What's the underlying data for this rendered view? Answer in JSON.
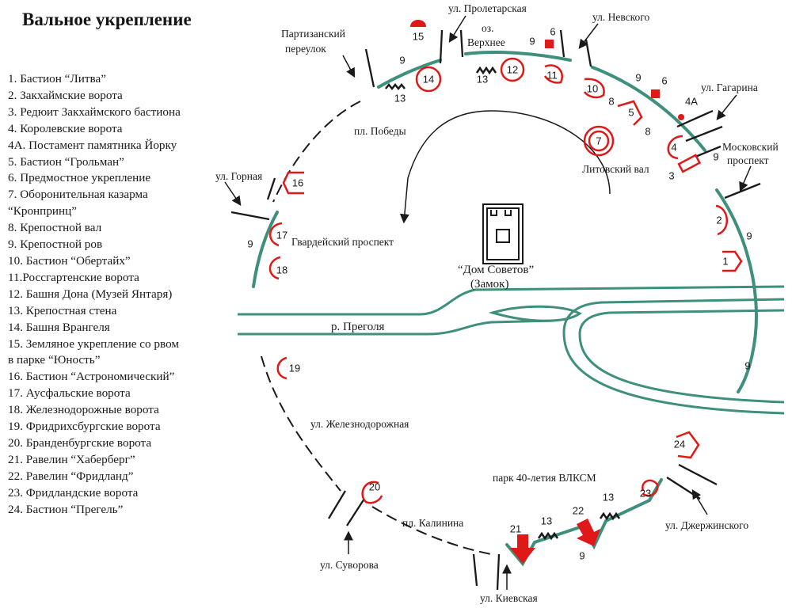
{
  "title": "Вальное укрепление",
  "legend": [
    "1. Бастион “Литва”",
    "2. Закхаймские ворота",
    "3. Редюит Закхаймского бастиона",
    "4. Королевские ворота",
    "4А. Постамент памятника Йорку",
    "5. Бастион “Грольман”",
    "6. Предмостное укрепление",
    "7. Оборонительная казарма",
    "“Кронпринц”",
    "8. Крепостной вал",
    "9. Крепостной ров",
    "10. Бастион “Обертайх”",
    "11.Россгартенские ворота",
    "12. Башня Дона (Музей Янтаря)",
    "13. Крепостная стена",
    "14. Башня Врангеля",
    "15. Земляное укрепление со рвом",
    "в парке “Юность”",
    "16. Бастион “Астрономический”",
    "17. Аусфальские ворота",
    "18. Железнодорожные ворота",
    "19. Фридрихсбургские ворота",
    "20. Бранденбургские ворота",
    "21. Равелин “Хаберберг”",
    "22. Равелин “Фридланд”",
    "23. Фридландские ворота",
    "24. Бастион “Прегель”"
  ],
  "streets": {
    "proletarskaya": "ул. Пролетарская",
    "nevskogo": "ул. Невского",
    "partizanskiy_1": "Партизанский",
    "partizanskiy_2": "переулок",
    "gagarina": "ул. Гагарина",
    "moskovskiy_1": "Московский",
    "moskovskiy_2": "проспект",
    "gornaya": "ул. Горная",
    "gvardeyskiy": "Гвардейский проспект",
    "zheleznodorozhnaya": "ул. Железнодорожная",
    "kalinina": "пл. Калинина",
    "suvorova": "ул. Суворова",
    "kievskaya": "ул. Киевская",
    "dzerzhinskogo": "ул. Джержинского"
  },
  "places": {
    "pobedy": "пл. Победы",
    "oz_1": "оз.",
    "oz_2": "Верхнее",
    "litovskiy_val": "Литовский вал",
    "dom_sovetov_1": "“Дом Советов”",
    "dom_sovetov_2": "(Замок)",
    "pregolya": "р. Преголя",
    "park": "парк 40-летия ВЛКСМ"
  },
  "markers": [
    "1",
    "2",
    "3",
    "4",
    "4А",
    "5",
    "6",
    "7",
    "8",
    "9",
    "10",
    "11",
    "12",
    "13",
    "14",
    "15",
    "16",
    "17",
    "18",
    "19",
    "20",
    "21",
    "22",
    "23",
    "24"
  ],
  "colors": {
    "moat": "#3f8f7d",
    "fort": "#e01818",
    "line": "#1a1a1a"
  }
}
